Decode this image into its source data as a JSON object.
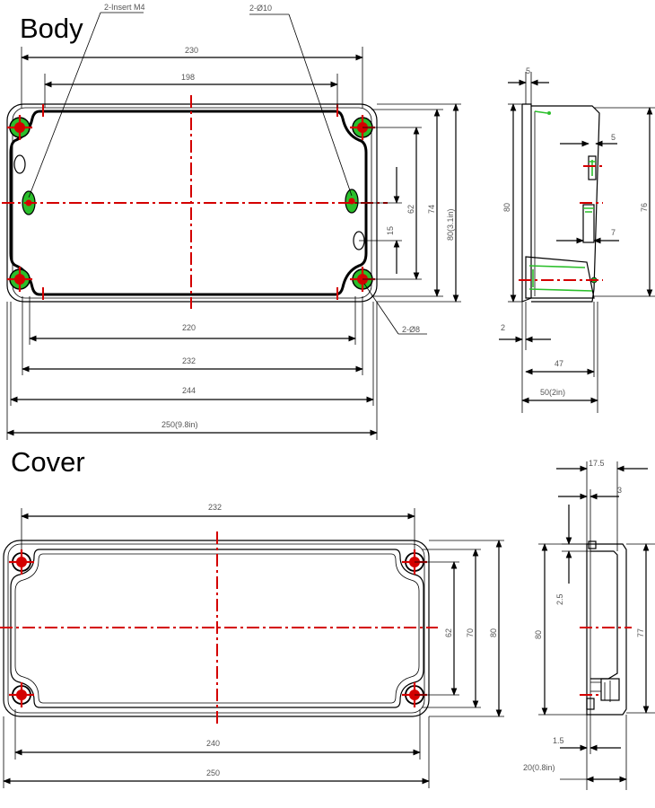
{
  "titles": {
    "body": "Body",
    "cover": "Cover"
  },
  "body_top": {
    "callout_insert": "2-Insert M4",
    "callout_hole10": "2-Ø10",
    "callout_hole8": "2-Ø8",
    "dim_230": "230",
    "dim_198": "198",
    "dim_220": "220",
    "dim_232": "232",
    "dim_244": "244",
    "dim_250": "250(9.8in)",
    "dim_15": "15",
    "dim_62": "62",
    "dim_74": "74",
    "dim_80": "80(3.1in)"
  },
  "body_side": {
    "dim_5_top": "5",
    "dim_5_mid": "5",
    "dim_7": "7",
    "dim_80": "80",
    "dim_76": "76",
    "dim_2": "2",
    "dim_47": "47",
    "dim_50": "50(2in)"
  },
  "cover_top": {
    "dim_232": "232",
    "dim_240": "240",
    "dim_250": "250",
    "dim_62": "62",
    "dim_70": "70",
    "dim_80": "80"
  },
  "cover_side": {
    "dim_17_5": "17.5",
    "dim_3": "3",
    "dim_2_5": "2.5",
    "dim_80": "80",
    "dim_77": "77",
    "dim_1_5": "1.5",
    "dim_20": "20(0.8in)"
  },
  "colors": {
    "centerline": "#d40000",
    "insert": "#2bbf2b",
    "outline": "#000000"
  }
}
